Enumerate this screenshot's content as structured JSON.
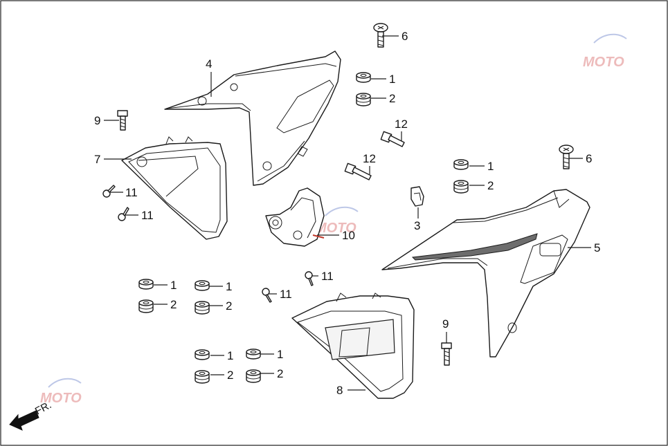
{
  "direction_label": "FR.",
  "watermark_text": "MOTO",
  "callouts": [
    {
      "label": "6"
    },
    {
      "label": "1"
    },
    {
      "label": "2"
    },
    {
      "label": "4"
    },
    {
      "label": "9"
    },
    {
      "label": "12"
    },
    {
      "label": "12"
    },
    {
      "label": "7"
    },
    {
      "label": "1"
    },
    {
      "label": "2"
    },
    {
      "label": "6"
    },
    {
      "label": "11"
    },
    {
      "label": "11"
    },
    {
      "label": "3"
    },
    {
      "label": "10"
    },
    {
      "label": "5"
    },
    {
      "label": "1"
    },
    {
      "label": "2"
    },
    {
      "label": "1"
    },
    {
      "label": "2"
    },
    {
      "label": "11"
    },
    {
      "label": "11"
    },
    {
      "label": "9"
    },
    {
      "label": "1"
    },
    {
      "label": "2"
    },
    {
      "label": "1"
    },
    {
      "label": "2"
    },
    {
      "label": "8"
    }
  ],
  "colors": {
    "line": "#1a1a1a",
    "stripe": "#6d6d6d",
    "watermark": "#d86a6a"
  }
}
